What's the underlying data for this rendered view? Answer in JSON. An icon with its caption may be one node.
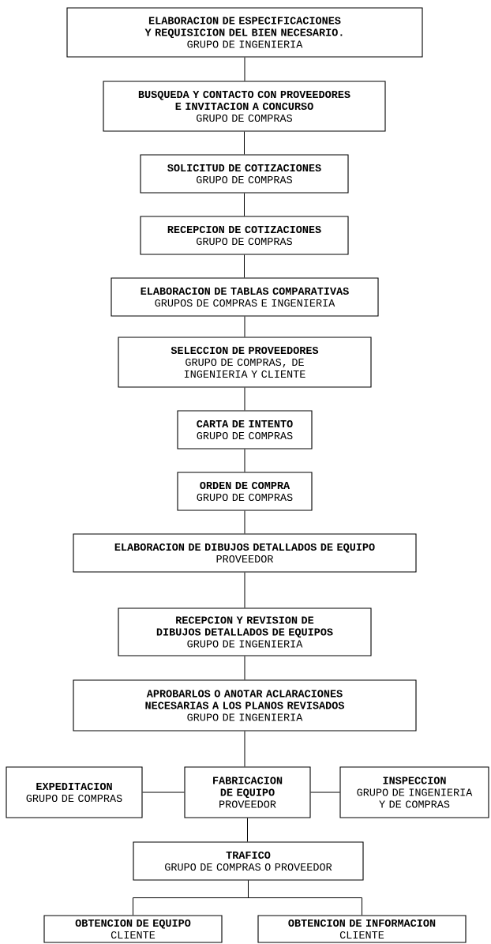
{
  "diagram": {
    "nodes": [
      {
        "text": [
          "ELABORACION DE ESPECIFICACIONES Y REQUISICION DEL BIEN NECESARIO.",
          "GRUPO DE INGENIERIA"
        ]
      },
      {
        "text": [
          "BUSQUEDA Y CONTACTO CON PROVEEDORES E INVITACION A CONCURSO",
          "GRUPO DE COMPRAS"
        ]
      },
      {
        "text": [
          "SOLICITUD DE COTIZACIONES",
          "GRUPO DE COMPRAS"
        ]
      },
      {
        "text": [
          "RECEPCION DE COTIZACIONES",
          "GRUPO DE COMPRAS"
        ]
      },
      {
        "text": [
          "ELABORACION DE TABLAS COMPARATIVAS",
          "GRUPOS DE COMPRAS E INGENIERIA"
        ]
      },
      {
        "text": [
          "SELECCION DE PROVEEDORES",
          "GRUPO DE COMPRAS, DE INGENIERIA Y CLIENTE"
        ]
      },
      {
        "text": [
          "CARTA DE INTENTO",
          "GRUPO DE COMPRAS"
        ]
      },
      {
        "text": [
          "ORDEN DE COMPRA",
          "GRUPO DE COMPRAS"
        ]
      },
      {
        "text": [
          "ELABORACION DE DIBUJOS DETALLADOS DE EQUIPO",
          "PROVEEDOR"
        ]
      },
      {
        "text": [
          "RECEPCION Y REVISION DE DIBUJOS DETALLADOS DE EQUIPOS",
          "GRUPO DE INGENIERIA"
        ]
      },
      {
        "text": [
          "APROBARLOS O ANOTAR ACLARACIONES NECESARIAS A LOS PLANOS REVISADOS",
          "GRUPO DE INGENIERIA"
        ]
      },
      {
        "text": [
          "EXPEDITACION",
          "GRUPO DE COMPRAS"
        ]
      },
      {
        "text": [
          "FABRICACION DE EQUIPO",
          "PROVEEDOR"
        ]
      },
      {
        "text": [
          "INSPECCION",
          "GRUPO DE INGENIERIA Y DE COMPRAS"
        ]
      },
      {
        "text": [
          "TRAFICO",
          "GRUPO DE COMPRAS O PROVEEDOR"
        ]
      },
      {
        "text": [
          "OBTENCION DE EQUIPO",
          "CLIENTE"
        ]
      },
      {
        "text": [
          "OBTENCION DE INFORMACION",
          "CLIENTE"
        ]
      }
    ],
    "edges": [
      {
        "from": 0,
        "to": 1,
        "arrow": "none"
      },
      {
        "from": 1,
        "to": 2,
        "arrow": "none"
      },
      {
        "from": 2,
        "to": 3,
        "arrow": "none"
      },
      {
        "from": 3,
        "to": 4,
        "arrow": "none"
      },
      {
        "from": 4,
        "to": 5,
        "arrow": "none"
      },
      {
        "from": 5,
        "to": 6,
        "arrow": "none"
      },
      {
        "from": 6,
        "to": 7,
        "arrow": "none"
      },
      {
        "from": 7,
        "to": 8,
        "arrow": "none"
      },
      {
        "from": 8,
        "to": 9,
        "arrow": "none"
      },
      {
        "from": 9,
        "to": 10,
        "arrow": "none"
      },
      {
        "from": 10,
        "to": 12,
        "arrow": "none"
      },
      {
        "from": 12,
        "to": 11,
        "arrow": "none"
      },
      {
        "from": 12,
        "to": 13,
        "arrow": "none"
      },
      {
        "from": 12,
        "to": 14,
        "arrow": "none"
      },
      {
        "from": 14,
        "to": 15,
        "arrow": "none"
      },
      {
        "from": 14,
        "to": 16,
        "arrow": "none"
      }
    ]
  }
}
